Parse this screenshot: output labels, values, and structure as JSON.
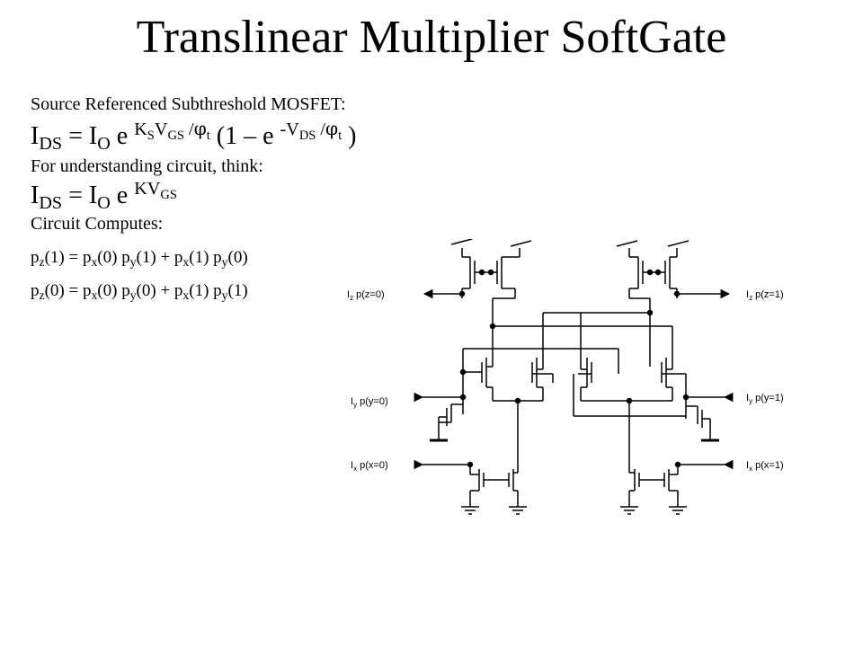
{
  "slide": {
    "title": "Translinear Multiplier SoftGate",
    "line1": "Source Referenced Subthreshold MOSFET:",
    "eq1": {
      "i": "I",
      "ds": "DS",
      "eq": " = I",
      "o": "O",
      "e": " e ",
      "k": "K",
      "s": "S",
      "v": "V",
      "gs": "GS",
      "slash": " /",
      "phi": "φ",
      "t": "t",
      "open": " (1 – e ",
      "negv": "-V",
      "ds2": "DS",
      "slash2": " /",
      "phi2": "φ",
      "t2": "t",
      "close": " )"
    },
    "line2": "For understanding circuit, think:",
    "eq2": {
      "i": "I",
      "ds": "DS",
      "eq": " = I",
      "o": "O",
      "e": " e ",
      "kv": "KV",
      "gs": "GS"
    },
    "line3": "Circuit Computes:",
    "eq3": {
      "p1": "p",
      "z1": "z",
      "a1": "(1) = p",
      "x1": "x",
      "b1": "(0) p",
      "y1": "y",
      "c1": "(1) + p",
      "x2": "x",
      "d1": "(1) p",
      "y2": "y",
      "e1": "(0)"
    },
    "eq4": {
      "p1": "p",
      "z1": "z",
      "a1": "(0) = p",
      "x1": "x",
      "b1": "(0) p",
      "y1": "y",
      "c1": "(0) + p",
      "x2": "x",
      "d1": "(1) p",
      "y2": "y",
      "e1": "(1)"
    }
  },
  "circuit": {
    "labels": {
      "iz0": "I",
      "iz0_sub": "z",
      "iz0_rest": " p(z=0)",
      "iz1": "I",
      "iz1_sub": "z",
      "iz1_rest": " p(z=1)",
      "iy0": "I",
      "iy0_sub": "y",
      "iy0_rest": " p(y=0)",
      "iy1": "I",
      "iy1_sub": "y",
      "iy1_rest": " p(y=1)",
      "ix0": "I",
      "ix0_sub": "x",
      "ix0_rest": " p(x=0)",
      "ix1": "I",
      "ix1_sub": "x",
      "ix1_rest": " p(x=1)"
    }
  }
}
